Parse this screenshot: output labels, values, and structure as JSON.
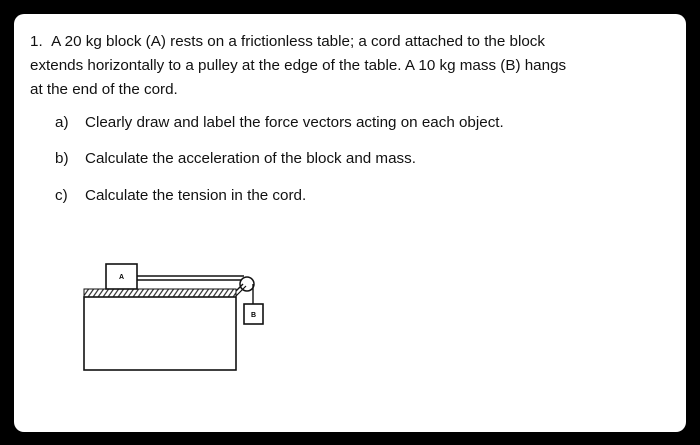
{
  "problem": {
    "number": "1.",
    "line1": "A 20 kg block (A) rests on a frictionless table; a cord attached to the block",
    "line2": "extends horizontally to a pulley at the edge of the table.  A 10 kg mass (B) hangs",
    "line3": "at the end of the cord."
  },
  "parts": [
    {
      "label": "a)",
      "text": "Clearly draw and label the force vectors acting on each object."
    },
    {
      "label": "b)",
      "text": "Calculate the acceleration of the block and mass."
    },
    {
      "label": "c)",
      "text": "Calculate the tension in the cord."
    }
  ],
  "figure": {
    "block_a_label": "A",
    "block_b_label": "B"
  }
}
